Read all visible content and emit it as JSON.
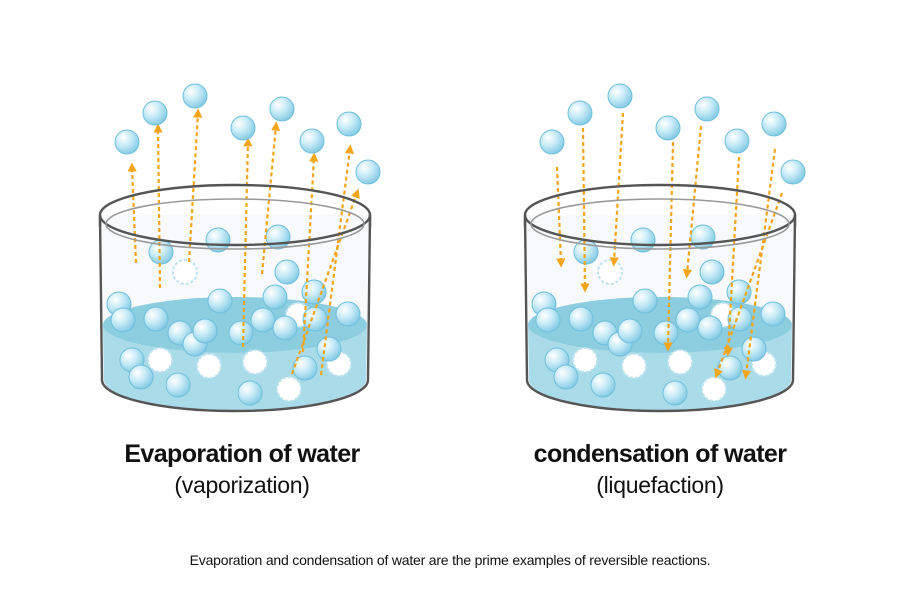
{
  "panels": [
    {
      "title": "Evaporation of water",
      "subtitle": "(vaporization)",
      "direction": "up"
    },
    {
      "title": "condensation of water",
      "subtitle": "(liquefaction)",
      "direction": "down"
    }
  ],
  "caption": "Evaporation and condensation of water are the prime examples of reversible reactions.",
  "colors": {
    "water": "#a9dbe8",
    "water_surface": "#8ccddf",
    "molecule": "#c3e8f5",
    "molecule_edge": "#6fbfdc",
    "arrow": "#f3a51c",
    "glass_edge": "#555555",
    "glass_rim": "#ececec"
  }
}
